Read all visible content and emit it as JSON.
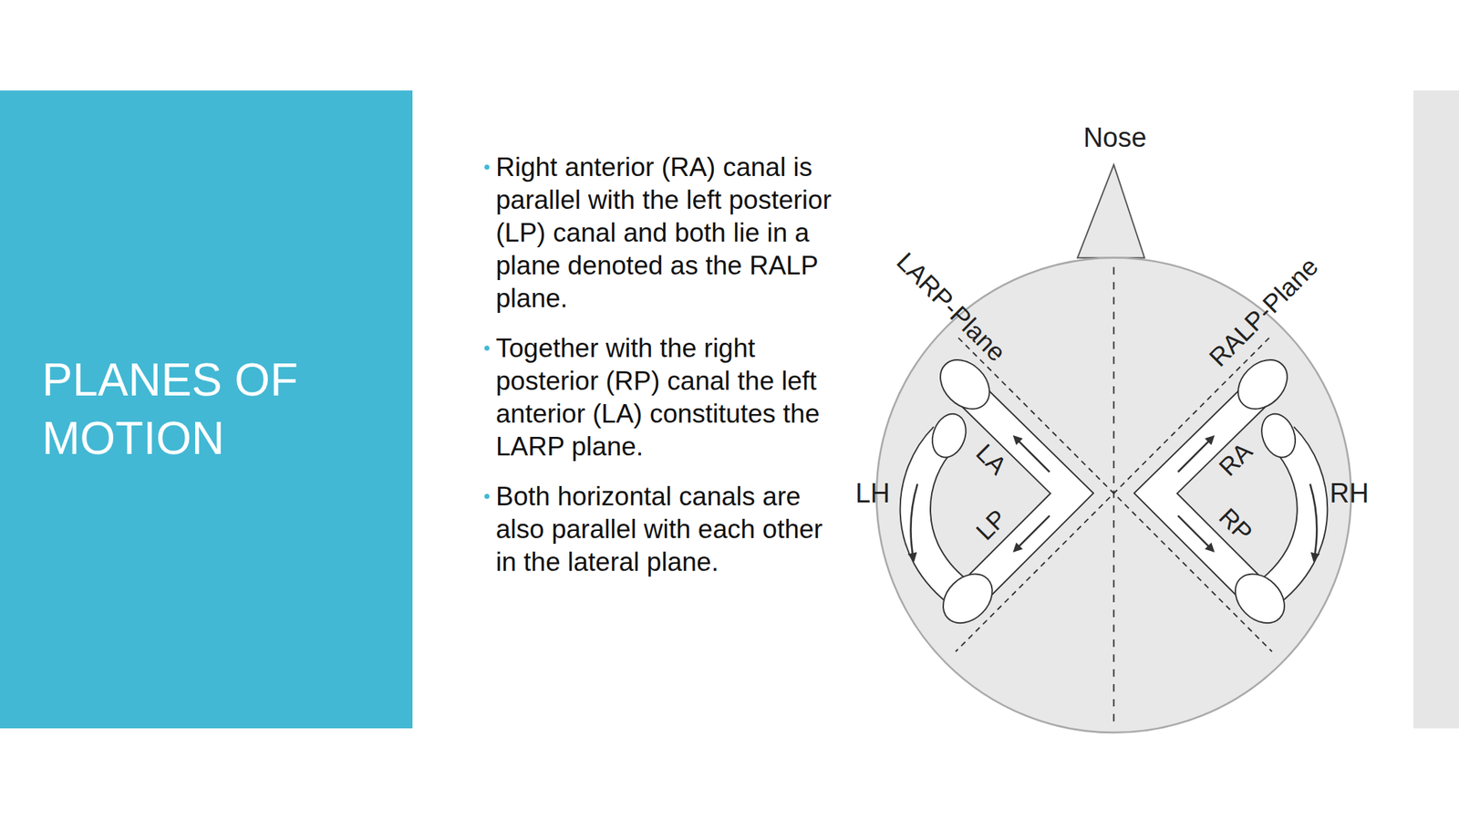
{
  "diagram": {
    "title": "PLANES OF MOTION",
    "labels": [
      "Right anterior (RA) canal is parallel with the left posterior (LP) canal and both lie in a plane denoted as the RALP plane.",
      "Together with the right posterior (RP) canal the left anterior (LA) constitutes the LARP plane.",
      "Both horizontal canals are also parallel with each other in the lateral plane.",
      "Nose",
      "LARP-Plane",
      "RALP-Plane",
      "LA",
      "LP",
      "RA",
      "RP",
      "LH",
      "RH"
    ]
  }
}
